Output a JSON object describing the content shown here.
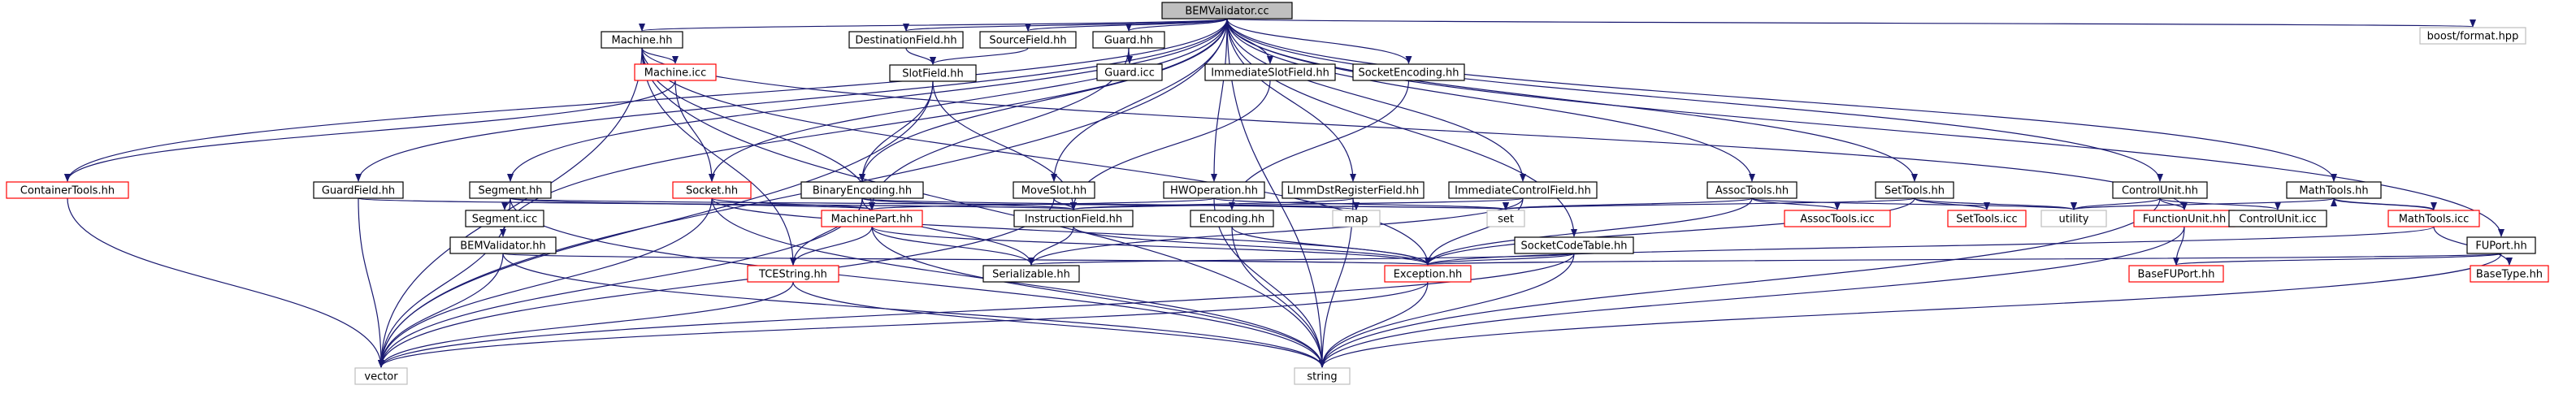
{
  "colors": {
    "edge": "#191970",
    "black_border": "#000000",
    "red_border": "#ff0000",
    "gray_border": "#bfbfbf",
    "root_fill": "#bfbfbf",
    "text": "#000000"
  },
  "nodes": [
    {
      "id": "root",
      "label": "BEMValidator.cc",
      "style": "root"
    },
    {
      "id": "machine_hh",
      "label": "Machine.hh",
      "style": "black"
    },
    {
      "id": "destfield",
      "label": "DestinationField.hh",
      "style": "black"
    },
    {
      "id": "sourcefield",
      "label": "SourceField.hh",
      "style": "black"
    },
    {
      "id": "guard_hh",
      "label": "Guard.hh",
      "style": "black"
    },
    {
      "id": "boostformat",
      "label": "boost/format.hpp",
      "style": "gray"
    },
    {
      "id": "machine_icc",
      "label": "Machine.icc",
      "style": "red"
    },
    {
      "id": "slotfield",
      "label": "SlotField.hh",
      "style": "black"
    },
    {
      "id": "guard_icc",
      "label": "Guard.icc",
      "style": "black"
    },
    {
      "id": "immslot",
      "label": "ImmediateSlotField.hh",
      "style": "black"
    },
    {
      "id": "sockenc",
      "label": "SocketEncoding.hh",
      "style": "black"
    },
    {
      "id": "containertools",
      "label": "ContainerTools.hh",
      "style": "red"
    },
    {
      "id": "guardfield",
      "label": "GuardField.hh",
      "style": "black"
    },
    {
      "id": "segment_hh",
      "label": "Segment.hh",
      "style": "black"
    },
    {
      "id": "socket_hh",
      "label": "Socket.hh",
      "style": "red"
    },
    {
      "id": "binenc",
      "label": "BinaryEncoding.hh",
      "style": "black"
    },
    {
      "id": "moveslot",
      "label": "MoveSlot.hh",
      "style": "black"
    },
    {
      "id": "hwop",
      "label": "HWOperation.hh",
      "style": "black"
    },
    {
      "id": "lmm",
      "label": "LImmDstRegisterField.hh",
      "style": "black"
    },
    {
      "id": "immctrl",
      "label": "ImmediateControlField.hh",
      "style": "black"
    },
    {
      "id": "assoctools_hh",
      "label": "AssocTools.hh",
      "style": "black"
    },
    {
      "id": "settools_hh",
      "label": "SetTools.hh",
      "style": "black"
    },
    {
      "id": "controlunit_hh",
      "label": "ControlUnit.hh",
      "style": "black"
    },
    {
      "id": "mathtools_hh",
      "label": "MathTools.hh",
      "style": "black"
    },
    {
      "id": "segment_icc",
      "label": "Segment.icc",
      "style": "black"
    },
    {
      "id": "bemvalidator_hh",
      "label": "BEMValidator.hh",
      "style": "black"
    },
    {
      "id": "machinepart",
      "label": "MachinePart.hh",
      "style": "red"
    },
    {
      "id": "instrfield",
      "label": "InstructionField.hh",
      "style": "black"
    },
    {
      "id": "map",
      "label": "map",
      "style": "gray"
    },
    {
      "id": "set",
      "label": "set",
      "style": "gray"
    },
    {
      "id": "encoding",
      "label": "Encoding.hh",
      "style": "black"
    },
    {
      "id": "socketcodetable",
      "label": "SocketCodeTable.hh",
      "style": "black"
    },
    {
      "id": "assoctools_icc",
      "label": "AssocTools.icc",
      "style": "red"
    },
    {
      "id": "settools_icc",
      "label": "SetTools.icc",
      "style": "red"
    },
    {
      "id": "utility",
      "label": "utility",
      "style": "gray"
    },
    {
      "id": "functionunit",
      "label": "FunctionUnit.hh",
      "style": "red"
    },
    {
      "id": "controlunit_icc",
      "label": "ControlUnit.icc",
      "style": "black"
    },
    {
      "id": "mathtools_icc",
      "label": "MathTools.icc",
      "style": "red"
    },
    {
      "id": "fuport",
      "label": "FUPort.hh",
      "style": "black"
    },
    {
      "id": "tcestring",
      "label": "TCEString.hh",
      "style": "red"
    },
    {
      "id": "serializable",
      "label": "Serializable.hh",
      "style": "black"
    },
    {
      "id": "exception",
      "label": "Exception.hh",
      "style": "red"
    },
    {
      "id": "basefuport",
      "label": "BaseFUPort.hh",
      "style": "red"
    },
    {
      "id": "basetype",
      "label": "BaseType.hh",
      "style": "red"
    },
    {
      "id": "vector",
      "label": "vector",
      "style": "gray"
    },
    {
      "id": "string",
      "label": "string",
      "style": "gray"
    }
  ],
  "edges": [
    [
      "root",
      "machine_hh"
    ],
    [
      "root",
      "destfield"
    ],
    [
      "root",
      "sourcefield"
    ],
    [
      "root",
      "guard_hh"
    ],
    [
      "root",
      "boostformat"
    ],
    [
      "root",
      "immslot"
    ],
    [
      "root",
      "sockenc"
    ],
    [
      "root",
      "containertools"
    ],
    [
      "root",
      "guardfield"
    ],
    [
      "root",
      "segment_hh"
    ],
    [
      "root",
      "socket_hh"
    ],
    [
      "root",
      "binenc"
    ],
    [
      "root",
      "moveslot"
    ],
    [
      "root",
      "hwop"
    ],
    [
      "root",
      "lmm"
    ],
    [
      "root",
      "immctrl"
    ],
    [
      "root",
      "assoctools_hh"
    ],
    [
      "root",
      "settools_hh"
    ],
    [
      "root",
      "controlunit_hh"
    ],
    [
      "root",
      "mathtools_hh"
    ],
    [
      "root",
      "fuport"
    ],
    [
      "root",
      "bemvalidator_hh"
    ],
    [
      "root",
      "vector"
    ],
    [
      "root",
      "string"
    ],
    [
      "root",
      "socketcodetable"
    ],
    [
      "machine_hh",
      "machine_icc"
    ],
    [
      "machine_hh",
      "vector"
    ],
    [
      "machine_hh",
      "string"
    ],
    [
      "machine_hh",
      "tcestring"
    ],
    [
      "machine_hh",
      "machinepart"
    ],
    [
      "machine_hh",
      "exception"
    ],
    [
      "machine_hh",
      "functionunit"
    ],
    [
      "machine_icc",
      "socket_hh"
    ],
    [
      "machine_icc",
      "containertools"
    ],
    [
      "destfield",
      "slotfield"
    ],
    [
      "sourcefield",
      "slotfield"
    ],
    [
      "guard_hh",
      "guard_icc"
    ],
    [
      "guard_hh",
      "machinepart"
    ],
    [
      "slotfield",
      "binenc"
    ],
    [
      "slotfield",
      "instrfield"
    ],
    [
      "slotfield",
      "vector"
    ],
    [
      "immslot",
      "instrfield"
    ],
    [
      "sockenc",
      "encoding"
    ],
    [
      "containertools",
      "vector"
    ],
    [
      "guardfield",
      "instrfield"
    ],
    [
      "guardfield",
      "vector"
    ],
    [
      "segment_hh",
      "segment_icc"
    ],
    [
      "segment_hh",
      "vector"
    ],
    [
      "segment_hh",
      "string"
    ],
    [
      "segment_hh",
      "machinepart"
    ],
    [
      "segment_hh",
      "set"
    ],
    [
      "socket_hh",
      "vector"
    ],
    [
      "socket_hh",
      "string"
    ],
    [
      "socket_hh",
      "machinepart"
    ],
    [
      "socket_hh",
      "exception"
    ],
    [
      "binenc",
      "instrfield"
    ],
    [
      "binenc",
      "serializable"
    ],
    [
      "binenc",
      "tcestring"
    ],
    [
      "binenc",
      "map"
    ],
    [
      "binenc",
      "vector"
    ],
    [
      "moveslot",
      "instrfield"
    ],
    [
      "moveslot",
      "vector"
    ],
    [
      "hwop",
      "set"
    ],
    [
      "hwop",
      "string"
    ],
    [
      "hwop",
      "machinepart"
    ],
    [
      "lmm",
      "instrfield"
    ],
    [
      "lmm",
      "map"
    ],
    [
      "lmm",
      "string"
    ],
    [
      "immctrl",
      "instrfield"
    ],
    [
      "immctrl",
      "serializable"
    ],
    [
      "immctrl",
      "exception"
    ],
    [
      "assoctools_hh",
      "assoctools_icc"
    ],
    [
      "assoctools_hh",
      "set"
    ],
    [
      "assoctools_hh",
      "utility"
    ],
    [
      "assoctools_hh",
      "exception"
    ],
    [
      "settools_hh",
      "settools_icc"
    ],
    [
      "settools_hh",
      "set"
    ],
    [
      "settools_hh",
      "utility"
    ],
    [
      "settools_hh",
      "exception"
    ],
    [
      "controlunit_hh",
      "functionunit"
    ],
    [
      "controlunit_hh",
      "controlunit_icc"
    ],
    [
      "controlunit_hh",
      "utility"
    ],
    [
      "controlunit_hh",
      "string"
    ],
    [
      "mathtools_hh",
      "mathtools_icc"
    ],
    [
      "mathtools_hh",
      "utility"
    ],
    [
      "mathtools_icc",
      "mathtools_hh"
    ],
    [
      "mathtools_icc",
      "exception"
    ],
    [
      "mathtools_icc",
      "basetype"
    ],
    [
      "fuport",
      "basefuport"
    ],
    [
      "fuport",
      "string"
    ],
    [
      "fuport",
      "exception"
    ],
    [
      "bemvalidator_hh",
      "vector"
    ],
    [
      "bemvalidator_hh",
      "string"
    ],
    [
      "bemvalidator_hh",
      "exception"
    ],
    [
      "machinepart",
      "serializable"
    ],
    [
      "machinepart",
      "tcestring"
    ],
    [
      "machinepart",
      "exception"
    ],
    [
      "machinepart",
      "string"
    ],
    [
      "instrfield",
      "serializable"
    ],
    [
      "instrfield",
      "exception"
    ],
    [
      "encoding",
      "exception"
    ],
    [
      "encoding",
      "string"
    ],
    [
      "socketcodetable",
      "exception"
    ],
    [
      "socketcodetable",
      "string"
    ],
    [
      "socketcodetable",
      "vector"
    ],
    [
      "socketcodetable",
      "serializable"
    ],
    [
      "functionunit",
      "basefuport"
    ],
    [
      "functionunit",
      "string"
    ],
    [
      "tcestring",
      "string"
    ],
    [
      "tcestring",
      "vector"
    ],
    [
      "exception",
      "string"
    ],
    [
      "exception",
      "vector"
    ]
  ]
}
